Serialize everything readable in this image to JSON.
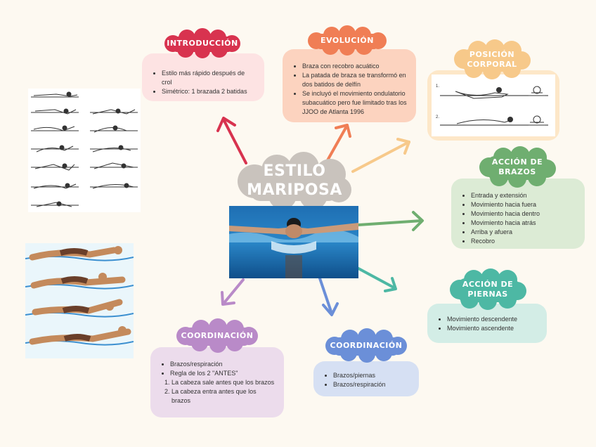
{
  "central": {
    "title_line1": "ESTILO",
    "title_line2": "MARIPOSA"
  },
  "colors": {
    "introduccion": "#d8334f",
    "evolucion": "#f07e55",
    "posicion": "#f7c98a",
    "brazos": "#6fae70",
    "piernas": "#4db8a4",
    "coord_blue": "#6b8fd8",
    "coord_purple": "#b98ac8",
    "central": "#c9c3bd"
  },
  "nodes": {
    "introduccion": {
      "title": "INTRODUCCIÓN",
      "items": [
        "Estilo más rápido después de crol",
        "Simétrico: 1 brazada 2 batidas"
      ]
    },
    "evolucion": {
      "title": "EVOLUCIÓN",
      "items": [
        "Braza con recobro acuático",
        "La patada de braza se transformó en dos batidos de delfín",
        "Se incluyó el movimiento ondulatorio subacuático pero fue limitado tras los JJOO de Atlanta 1996"
      ]
    },
    "posicion": {
      "title_line1": "POSICIÓN",
      "title_line2": "CORPORAL"
    },
    "brazos": {
      "title_line1": "ACCIÓN DE",
      "title_line2": "BRAZOS",
      "items": [
        "Entrada y extensión",
        "Movimiento hacia fuera",
        "Movimiento hacia dentro",
        "Movimiento hacia atrás",
        "Arriba y afuera",
        "Recobro"
      ]
    },
    "piernas": {
      "title_line1": "ACCIÓN DE",
      "title_line2": "PIERNAS",
      "items": [
        "Movimiento descendente",
        "Movimiento ascendente"
      ]
    },
    "coord_blue": {
      "title": "COORDINACIÓN",
      "items": [
        "Brazos/piernas",
        "Brazos/respiración"
      ]
    },
    "coord_purple": {
      "title": "COORDINACIÓN",
      "items": [
        "Brazos/respiración",
        "Regla de los 2 \"ANTES\""
      ],
      "subitems": [
        "La cabeza sale antes que los brazos",
        "La cabeza entra antes que los brazos"
      ]
    }
  }
}
